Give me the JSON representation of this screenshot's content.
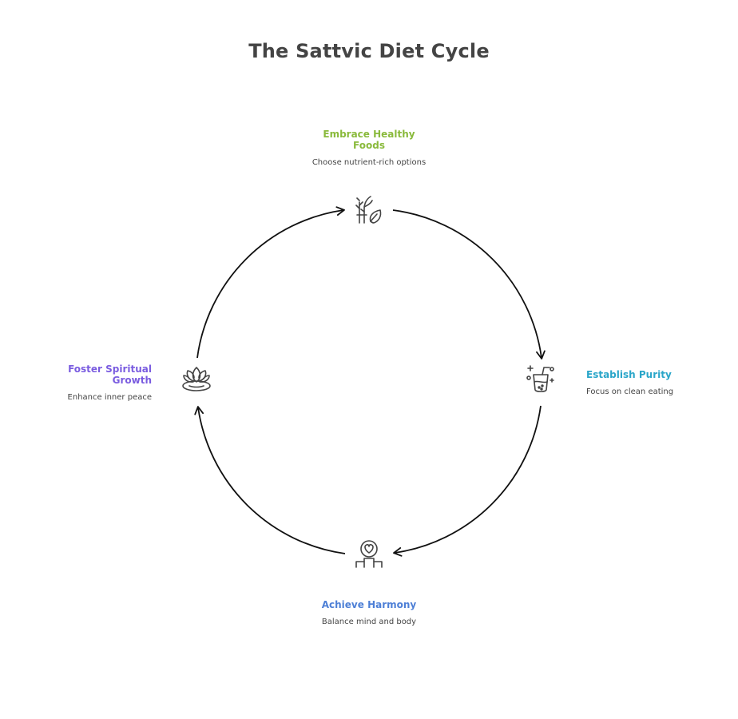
{
  "title": "The Sattvic Diet Cycle",
  "nodes": [
    {
      "id": "embrace",
      "title": "Embrace Healthy Foods",
      "description": "Choose nutrient-rich options",
      "color": "#8aba3c",
      "icon": "herbs-leaf-icon"
    },
    {
      "id": "purity",
      "title": "Establish Purity",
      "description": "Focus on clean eating",
      "color": "#2aa6c9",
      "icon": "sparkling-drink-icon"
    },
    {
      "id": "harmony",
      "title": "Achieve Harmony",
      "description": "Balance mind and body",
      "color": "#4d7fd6",
      "icon": "heart-podium-icon"
    },
    {
      "id": "spiritual",
      "title": "Foster Spiritual Growth",
      "description": "Enhance inner peace",
      "color": "#7a5ce0",
      "icon": "lotus-icon"
    }
  ],
  "cycle_direction": "clockwise"
}
